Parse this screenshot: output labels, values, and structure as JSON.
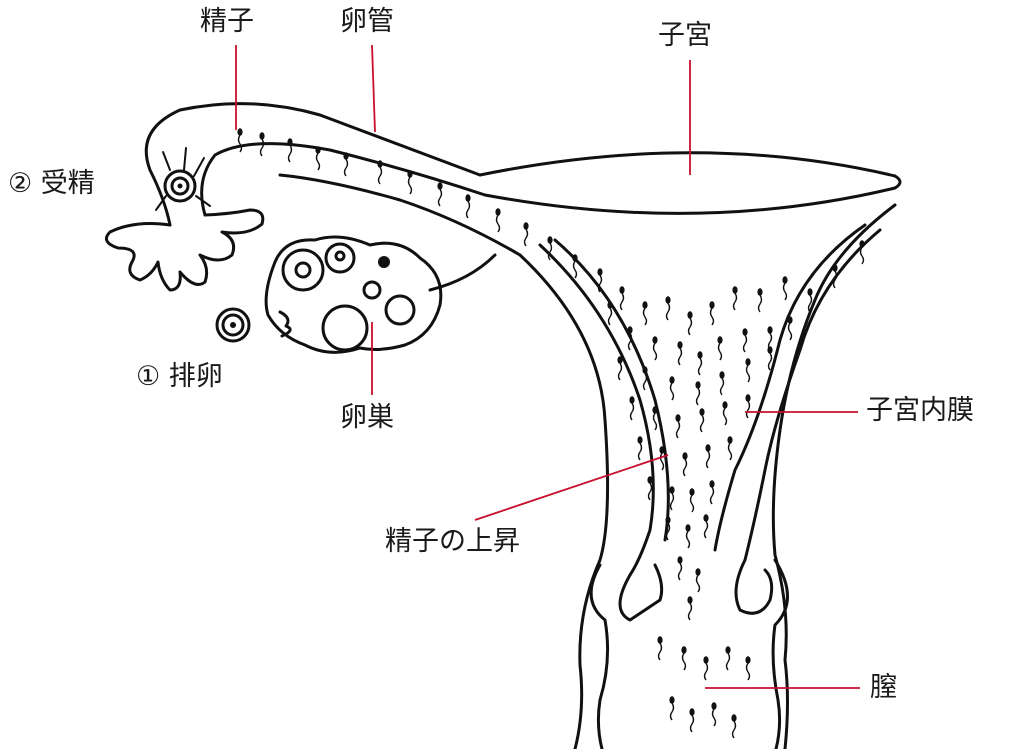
{
  "diagram": {
    "labels": {
      "sperm": "精子",
      "oviduct": "卵管",
      "uterus": "子宮",
      "fertilization": "② 受精",
      "ovulation": "① 排卵",
      "ovary": "卵巣",
      "endometrium": "子宮内膜",
      "sperm_ascent": "精子の上昇",
      "vagina": "膣"
    },
    "colors": {
      "leader_line": "#c8102e",
      "outline": "#111111"
    }
  }
}
